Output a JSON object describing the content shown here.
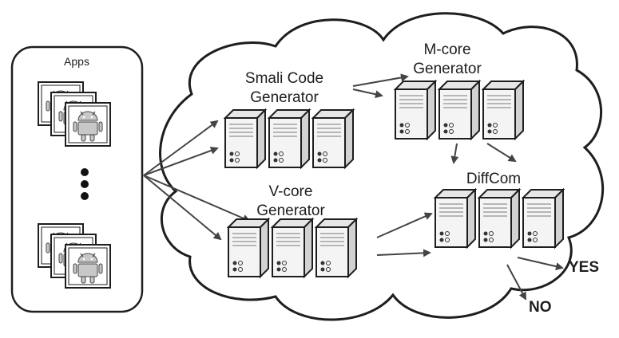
{
  "apps_panel": {
    "title": "Apps"
  },
  "stages": {
    "smali": {
      "line1": "Smali Code",
      "line2": "Generator"
    },
    "mcore": {
      "line1": "M-core",
      "line2": "Generator"
    },
    "vcore": {
      "line1": "V-core",
      "line2": "Generator"
    },
    "diffcom": {
      "label": "DiffCom"
    }
  },
  "outcomes": {
    "yes": "YES",
    "no": "NO"
  },
  "icons": {
    "app": "android-app-icon",
    "server": "server-tower-icon",
    "cloud": "cloud-outline"
  },
  "colors": {
    "stroke": "#1e1e1e",
    "server_front": "#f2f2f2",
    "server_side": "#d6d6d6",
    "panel": "#ffffff"
  }
}
